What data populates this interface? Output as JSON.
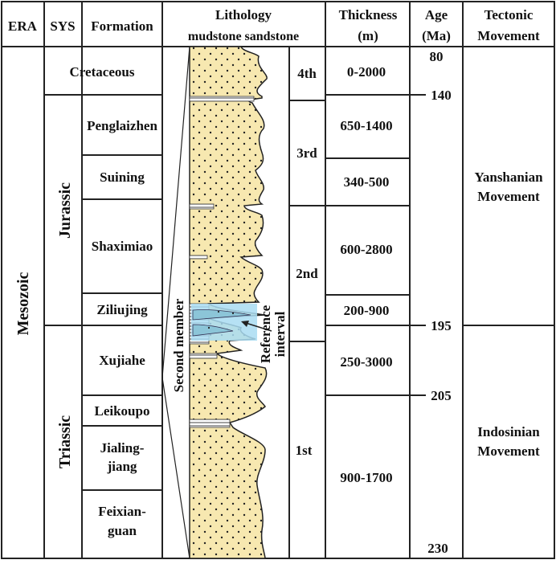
{
  "headers": {
    "era": "ERA",
    "sys": "SYS",
    "formation": "Formation",
    "lithology_line1": "Lithology",
    "lithology_line2": "mudstone sandstone",
    "thickness_line1": "Thickness",
    "thickness_line2": "(m)",
    "age_line1": "Age",
    "age_line2": "(Ma)",
    "tectonic_line1": "Tectonic",
    "tectonic_line2": "Movement"
  },
  "era": "Mesozoic",
  "systems": [
    "Jurassic",
    "Triassic"
  ],
  "formations": [
    "Cretaceous",
    "Penglaizhen",
    "Suining",
    "Shaximiao",
    "Ziliujing",
    "Xujiahe",
    "Leikoupo",
    "Jialing-",
    "jiang",
    "Feixian-",
    "guan"
  ],
  "cycles": [
    "4th",
    "3rd",
    "2nd",
    "1st"
  ],
  "thickness": [
    "0-2000",
    "650-1400",
    "340-500",
    "600-2800",
    "200-900",
    "250-3000",
    "900-1700"
  ],
  "ages": [
    "80",
    "140",
    "195",
    "205",
    "230"
  ],
  "tectonic": {
    "yanshan_1": "Yanshanian",
    "yanshan_2": "Movement",
    "indosin_1": "Indosinian",
    "indosin_2": "Movement"
  },
  "annotations": {
    "member": "Second member",
    "reference_1": "Reference",
    "reference_2": "interval"
  },
  "colors": {
    "sand": "#f7e8b0",
    "reference_box": "#a9dcf2",
    "reference_inner": "#8cc5d8",
    "line": "#222222"
  }
}
